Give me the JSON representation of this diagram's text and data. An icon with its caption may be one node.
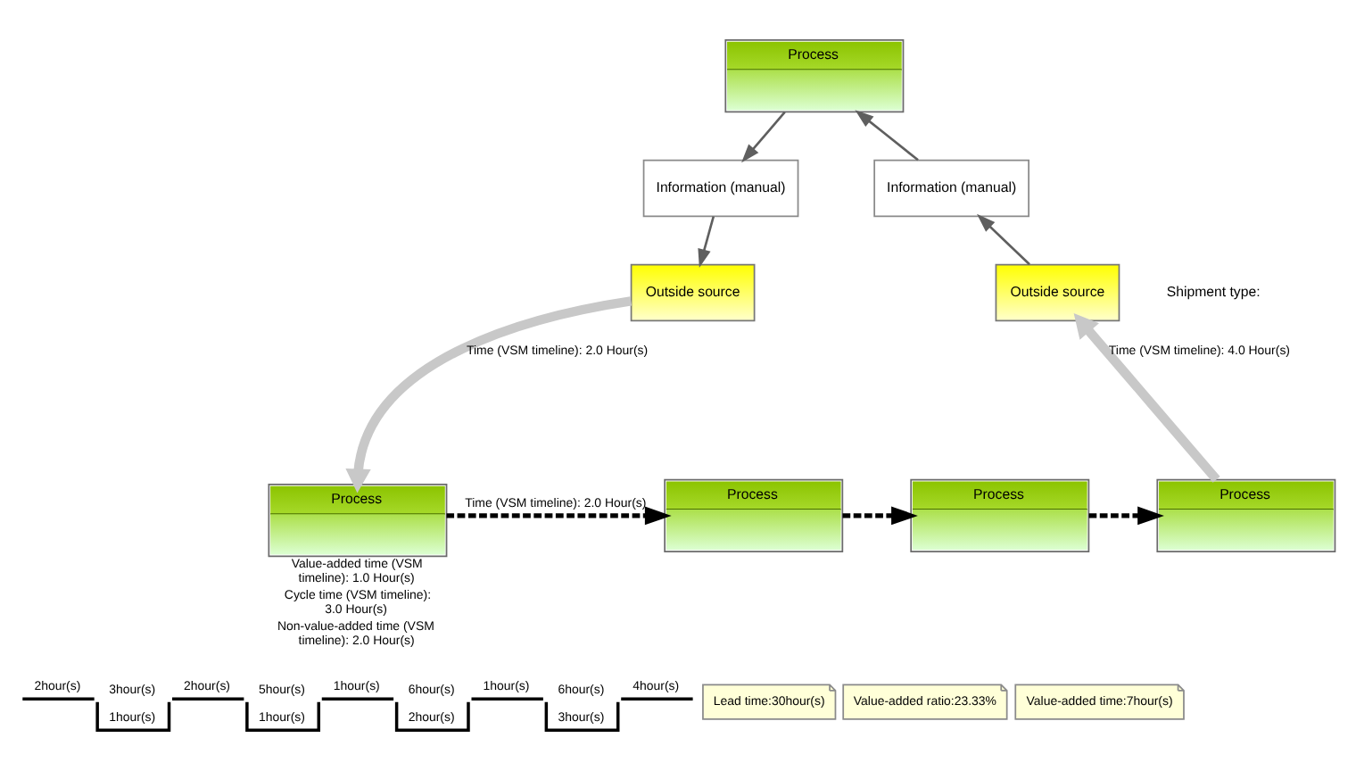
{
  "diagram": {
    "nodes": [
      {
        "text": [
          "Process"
        ]
      },
      {
        "text": [
          "Information (manual)"
        ]
      },
      {
        "text": [
          "Information (manual)"
        ]
      },
      {
        "text": [
          "Outside source"
        ]
      },
      {
        "text": [
          "Outside source"
        ]
      },
      {
        "text": [
          "Process"
        ],
        "beside": [
          "Value-added time (VSM timeline): 1.0 Hour(s)",
          "Cycle time (VSM timeline): 3.0 Hour(s)",
          "Non-value-added time (VSM timeline): 2.0 Hour(s)"
        ]
      },
      {
        "text": [
          "Process"
        ]
      },
      {
        "text": [
          "Process"
        ]
      },
      {
        "text": [
          "Process"
        ]
      },
      {
        "text": [
          "Lead time:30hour(s)"
        ]
      },
      {
        "text": [
          "Value-added ratio:23.33%"
        ]
      },
      {
        "text": [
          "Value-added time:7hour(s)"
        ]
      }
    ],
    "edges": [
      {
        "from": 0,
        "to": 1,
        "arrow": "to"
      },
      {
        "from": 1,
        "to": 3,
        "arrow": "to"
      },
      {
        "from": 3,
        "to": 5,
        "arrow": "to",
        "label": "Time (VSM timeline): 2.0 Hour(s)",
        "style": "thick",
        "color": "#c8c8c8"
      },
      {
        "from": 5,
        "to": 6,
        "arrow": "to",
        "label": "Time (VSM timeline): 2.0 Hour(s)",
        "style": "dashed",
        "color": "#000000"
      },
      {
        "from": 6,
        "to": 7,
        "arrow": "to",
        "style": "dashed",
        "color": "#000000"
      },
      {
        "from": 7,
        "to": 8,
        "arrow": "to",
        "style": "dashed",
        "color": "#000000"
      },
      {
        "from": 8,
        "to": 4,
        "arrow": "to",
        "label": "Time (VSM timeline): 4.0 Hour(s)",
        "style": "thick",
        "color": "#c8c8c8"
      },
      {
        "from": 4,
        "to": 2,
        "arrow": "to"
      },
      {
        "from": 2,
        "to": 0,
        "arrow": "to"
      }
    ],
    "labels": [
      "Shipment type:",
      "2hour(s)",
      "3hour(s)",
      "2hour(s)",
      "5hour(s)",
      "1hour(s)",
      "6hour(s)",
      "1hour(s)",
      "6hour(s)",
      "4hour(s)",
      "1hour(s)",
      "1hour(s)",
      "2hour(s)",
      "3hour(s)"
    ]
  }
}
